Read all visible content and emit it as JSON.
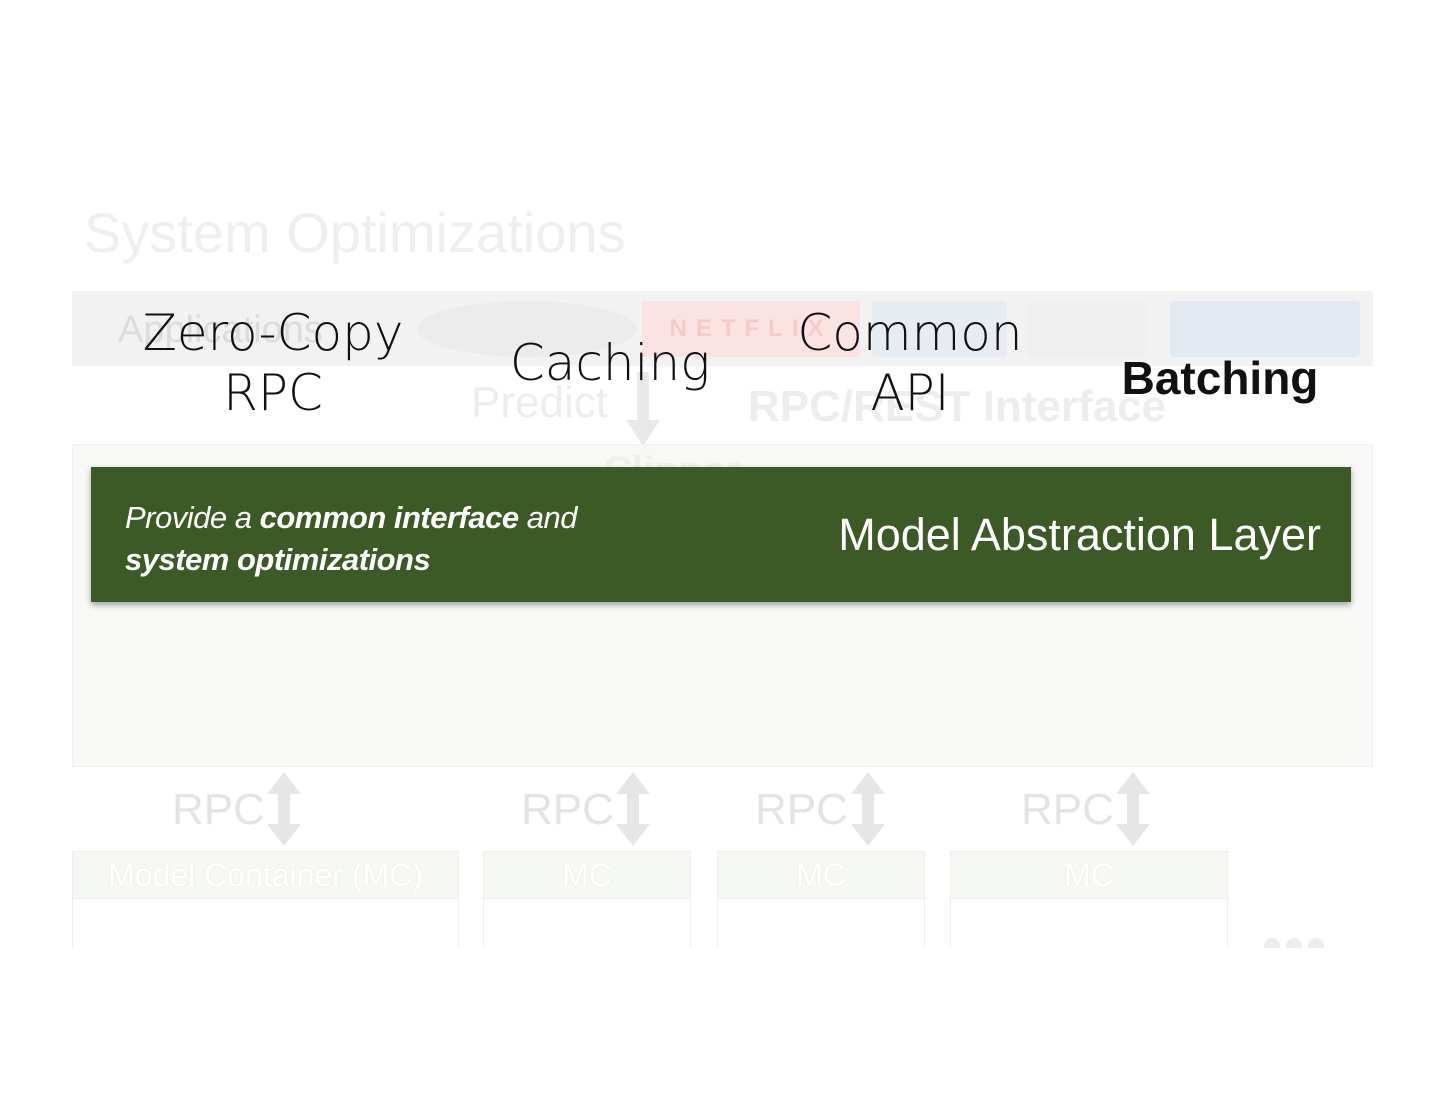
{
  "slide": {
    "title": "System Optimizations"
  },
  "background_layer": {
    "app_strip_label": "Applications",
    "netflix_logo_text": "NETFLIX",
    "predict_label": "Predict",
    "rest_interface_label": "RPC/REST Interface",
    "clipper_label": "Clipper"
  },
  "optimizations": {
    "zero_copy_line1": "Zero-Copy",
    "zero_copy_line2": "RPC",
    "caching": "Caching",
    "common_api_line1": "Common",
    "common_api_line2": "API",
    "batching": "Batching"
  },
  "model_abstraction_layer": {
    "desc_part1": "Provide a ",
    "desc_emphasis1": "common interface",
    "desc_part2": " and",
    "desc_emphasis2": "system optimizations",
    "title": "Model Abstraction Layer",
    "color": "#3c5a25"
  },
  "model_containers": {
    "rpc_label": "RPC",
    "items": [
      {
        "header": "Model Container (MC)"
      },
      {
        "header": "MC"
      },
      {
        "header": "MC"
      },
      {
        "header": "MC"
      }
    ]
  }
}
